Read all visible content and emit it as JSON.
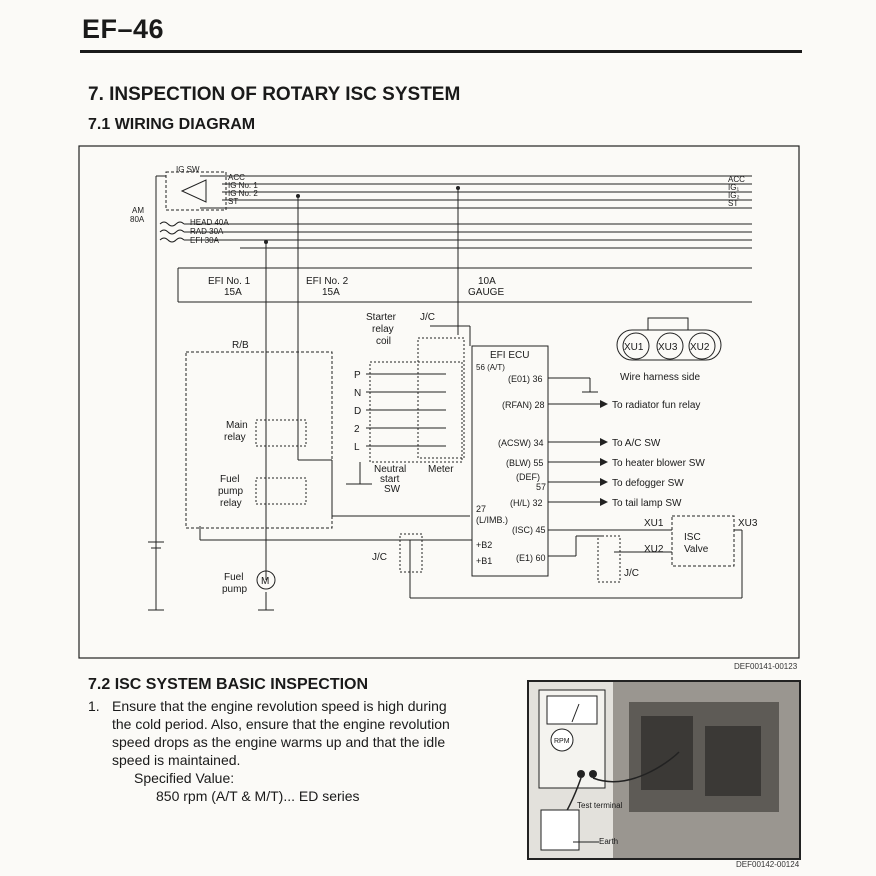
{
  "header": {
    "page_code": "EF–46"
  },
  "section": {
    "title": "7.  INSPECTION OF ROTARY ISC SYSTEM",
    "subtitle_1": "7.1 WIRING DIAGRAM",
    "subtitle_2": "7.2 ISC SYSTEM BASIC INSPECTION"
  },
  "diagram": {
    "ref_code": "DEF00141-00123",
    "ig_sw": "IG SW",
    "acc": "ACC",
    "ig1": "IG No. 1",
    "ig2": "IG No. 2",
    "st": "ST",
    "am": "AM",
    "am_amp": "80A",
    "head": "HEAD  40A",
    "rad": "RAD  30A",
    "efi": "EFI  30A",
    "right_acc": "ACC",
    "right_ig1": "IG₁",
    "right_ig2": "IG₂",
    "right_st": "ST",
    "fuse_efi1": "EFI No. 1",
    "fuse_efi1_amp": "15A",
    "fuse_efi2": "EFI No. 2",
    "fuse_efi2_amp": "15A",
    "fuse_gauge": "10A",
    "fuse_gauge_label": "GAUGE",
    "rb": "R/B",
    "jc_top": "J/C",
    "starter": "Starter",
    "relay": "relay",
    "coil": "coil",
    "main": "Main",
    "main_relay": "relay",
    "fuel": "Fuel",
    "fuel_pump": "pump",
    "fuel_relay": "relay",
    "pump_label": "Fuel",
    "pump_label2": "pump",
    "pump_m": "M",
    "positions": [
      "P",
      "N",
      "D",
      "2",
      "L"
    ],
    "neutral": "Neutral",
    "start": "start",
    "sw": "SW",
    "meter": "Meter",
    "efi_ecu": "EFI ECU",
    "pin56": "56 (A/T)",
    "e01": "(E01) 36",
    "rfan": "(RFAN) 28",
    "acsw": "(ACSW) 34",
    "blw": "(BLW) 55",
    "def": "(DEF)",
    "def_num": "57",
    "hl": "(H/L) 32",
    "limb_num": "27",
    "limb": "(L/IMB.)",
    "isc": "(ISC) 45",
    "b2": "+B2",
    "b1": "+B1",
    "e1": "(E1) 60",
    "to_rfan": "To radiator fun relay",
    "to_ac": "To A/C SW",
    "to_blower": "To heater blower SW",
    "to_def": "To defogger SW",
    "to_tail": "To tail lamp SW",
    "xu1": "XU1",
    "xu3": "XU3",
    "xu2": "XU2",
    "harness": "Wire harness side",
    "isc_valve": "ISC",
    "isc_valve2": "Valve",
    "xu1b": "XU1",
    "xu2b": "XU2",
    "xu3b": "XU3",
    "jc_mid": "J/C",
    "jc_right": "J/C"
  },
  "inspection": {
    "item_num": "1.",
    "line1": "Ensure that the engine revolution speed is high during",
    "line2": "the cold period. Also, ensure that the engine revolution",
    "line3": "speed drops as the engine warms up and that the idle",
    "line4": "speed is maintained.",
    "spec_label": "Specified Value:",
    "spec_value": "850 rpm (A/T & M/T)... ED series"
  },
  "photo": {
    "rpm": "RPM",
    "test_terminal": "Test terminal",
    "earth": "Earth",
    "ref_code": "DEF00142-00124"
  }
}
